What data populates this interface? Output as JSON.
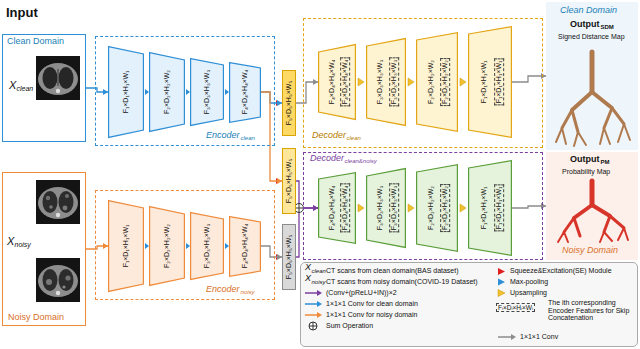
{
  "diagram": {
    "title": "Input",
    "nodes": [
      {
        "text": [
          "Clean Domain",
          "X",
          "clean"
        ]
      },
      {
        "text": [
          "X",
          "noisy",
          "Noisy Domain"
        ]
      },
      {
        "text": [
          "Encoder",
          "clean"
        ]
      },
      {
        "text": [
          "F₁×D₁×H₁×W₁"
        ],
        "in": 2
      },
      {
        "text": [
          "F₂×D₂×H₂×W₂"
        ],
        "in": 2
      },
      {
        "text": [
          "F₃×D₃×H₃×W₃"
        ],
        "in": 2
      },
      {
        "text": [
          "F₄×D₄×H₄×W₄"
        ],
        "in": 2
      },
      {
        "text": [
          "Encoder",
          "noisy"
        ]
      },
      {
        "text": [
          "F₁×D₁×H₁×W₁"
        ],
        "in": 7
      },
      {
        "text": [
          "F₂×D₂×H₂×W₂"
        ],
        "in": 7
      },
      {
        "text": [
          "F₃×D₃×H₃×W₃"
        ],
        "in": 7
      },
      {
        "text": [
          "F₄×D₄×H₄×W₄"
        ],
        "in": 7
      },
      {
        "text": [
          "F₅×D₅×H₅×W₅"
        ]
      },
      {
        "text": [
          "F₅×D₅×H₅×W₅"
        ]
      },
      {
        "text": [
          "F₅×D₅×H₅×W₅"
        ]
      },
      {
        "text": [
          "Decoder",
          "clean"
        ]
      },
      {
        "text": [
          "F₄×D₄×H₄×W₄",
          "F₄×D₄×H₄×W₄"
        ],
        "in": 15
      },
      {
        "text": [
          "F₃×D₃×H₃×W₃",
          "F₃×D₃×H₃×W₃"
        ],
        "in": 15
      },
      {
        "text": [
          "F₂×D₂×H₂×W₂",
          "F₂×D₂×H₂×W₂"
        ],
        "in": 15
      },
      {
        "text": [
          "F₁×D₁×H₁×W₁",
          "F₁×D₁×H₁×W₁"
        ],
        "in": 15
      },
      {
        "text": [
          "Decoder",
          "clean&noisy"
        ]
      },
      {
        "text": [
          "F₄×D₄×H₄×W₄",
          "F₄×D₄×H₄×W₄"
        ],
        "in": 20
      },
      {
        "text": [
          "F₃×D₃×H₃×W₃",
          "F₃×D₃×H₃×W₃"
        ],
        "in": 20
      },
      {
        "text": [
          "F₂×D₂×H₂×W₂",
          "F₂×D₂×H₂×W₂"
        ],
        "in": 20
      },
      {
        "text": [
          "F₁×D₁×H₁×W₁",
          "F₁×D₁×H₁×W₁"
        ],
        "in": 20
      },
      {
        "text": [
          "Clean Domain",
          "Output",
          "SDM",
          "Signed Distance Map"
        ]
      },
      {
        "text": [
          "Output",
          "PM",
          "Probability Map",
          "Noisy Domain"
        ]
      }
    ],
    "edges": [
      {
        "from": 0,
        "to": 3,
        "arrow": "to"
      },
      {
        "from": 1,
        "to": 8,
        "arrow": "to"
      },
      {
        "from": 6,
        "to": 12,
        "arrow": "to"
      },
      {
        "from": 6,
        "to": 13,
        "arrow": "to"
      },
      {
        "from": 11,
        "to": 14,
        "arrow": "to"
      },
      {
        "from": 12,
        "to": 16,
        "arrow": "to"
      },
      {
        "from": 13,
        "to": 21,
        "arrow": "to"
      },
      {
        "from": 14,
        "to": 21,
        "arrow": "to"
      },
      {
        "from": 19,
        "to": 25,
        "arrow": "to"
      },
      {
        "from": 24,
        "to": 26,
        "arrow": "to"
      }
    ],
    "labels": [
      "X",
      "clean",
      "CT scans from clean domain(BAS dataset)",
      "X",
      "noisy",
      "CT scans from noisy domain(COVID-19 Dataset)",
      "Fᵢ×Dᵢ×Hᵢ×Wᵢ"
    ],
    "legend": [
      {
        "text": "(Conv+(pReLU+IN))×2"
      },
      {
        "text": "1×1×1 Conv for clean domain"
      },
      {
        "text": "1×1×1 Conv for noisy domain"
      },
      {
        "text": "Sum Operation"
      },
      {
        "text": "Squeeze&Excitation(SE) Module"
      },
      {
        "text": "Max-pooling"
      },
      {
        "text": "Upsampling"
      },
      {
        "text": "The ith corresponding Encoder Features for Skip Concatenation"
      },
      {
        "text": "1×1×1 Conv"
      }
    ]
  }
}
